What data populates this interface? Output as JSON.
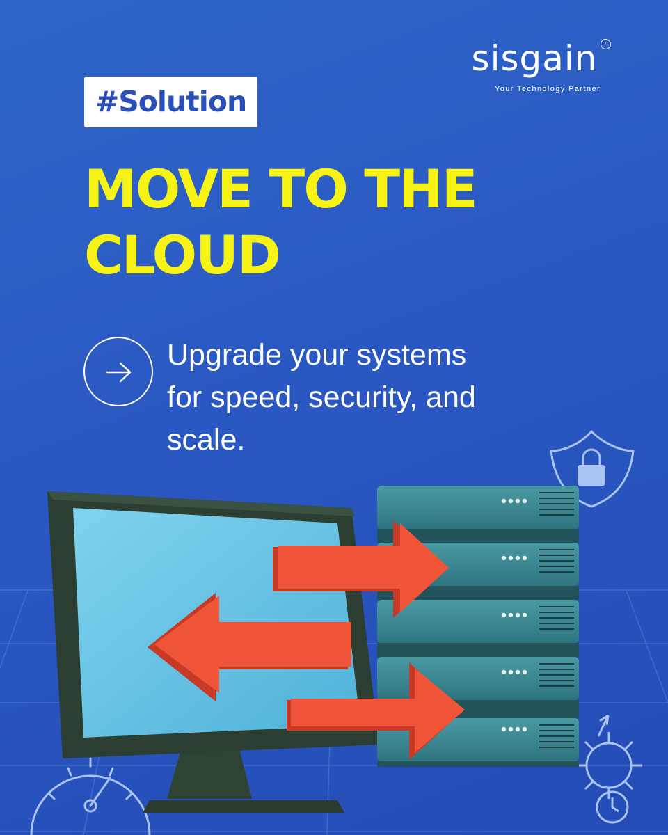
{
  "brand": {
    "name": "sisgain",
    "registered_mark": "r",
    "tagline": "Your Technology Partner"
  },
  "badge": {
    "label": "#Solution"
  },
  "headline": {
    "line1": "MOVE TO THE",
    "line2": "CLOUD"
  },
  "subtext": {
    "line1": "Upgrade your systems",
    "line2": "for speed, security, and",
    "line3": "scale."
  },
  "icons": [
    "arrow-right-icon",
    "shield-lock-icon",
    "speedometer-icon",
    "gear-clock-icon"
  ],
  "colors": {
    "background": "#2a58c2",
    "headline": "#f6f315",
    "badge_text": "#2b4fb8",
    "arrow_red": "#f0553a",
    "server_teal": "#3d8a95",
    "monitor_screen": "#6cc6e6"
  }
}
